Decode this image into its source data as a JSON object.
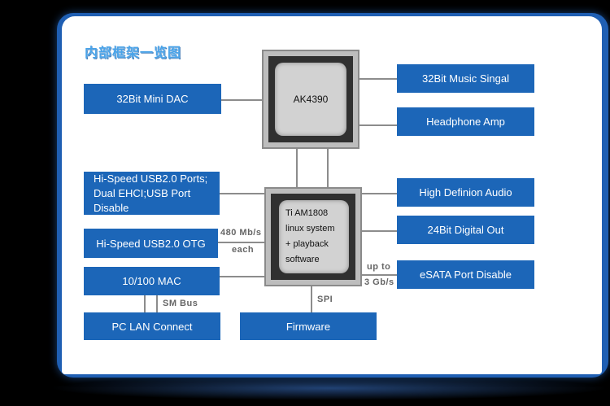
{
  "title": "内部框架一览图",
  "chips": {
    "codec": "AK4390",
    "soc": [
      "Ti AM1808",
      "linux system",
      "+ playback",
      "software"
    ]
  },
  "left_blocks": {
    "mini_dac": "32Bit Mini DAC",
    "usb_ports": [
      "Hi-Speed USB2.0 Ports;",
      "Dual EHCI;USB Port",
      "Disable"
    ],
    "usb_otg": "Hi-Speed USB2.0 OTG",
    "mac": "10/100 MAC",
    "lan": "PC LAN Connect"
  },
  "right_blocks": {
    "music": "32Bit  Music Singal",
    "headphone": "Headphone Amp",
    "hd_audio": "High Definion Audio",
    "digital_out": "24Bit Digital Out",
    "esata": "eSATA Port  Disable"
  },
  "bottom_blocks": {
    "firmware": "Firmware"
  },
  "labels": {
    "otg_speed_1": "480 Mb/s",
    "otg_speed_2": "each",
    "esata_speed_1": "up to",
    "esata_speed_2": "3 Gb/s",
    "smbus": "SM Bus",
    "spi": "SPI"
  }
}
